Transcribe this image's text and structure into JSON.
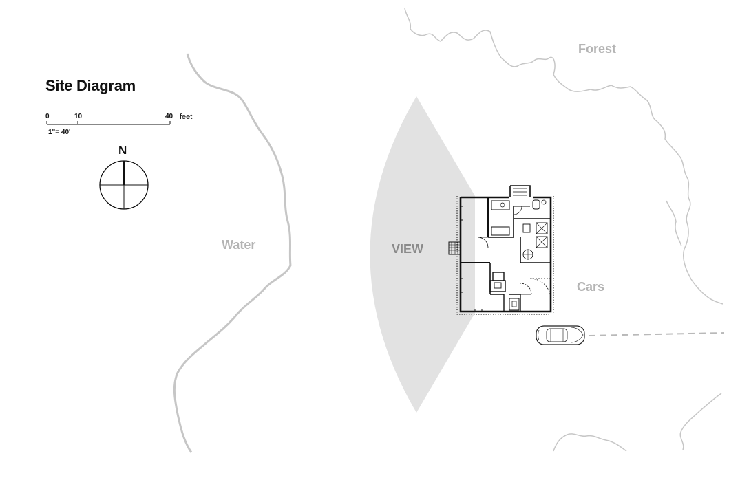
{
  "title": "Site Diagram",
  "scale_bar": {
    "ticks": [
      "0",
      "10",
      "40"
    ],
    "unit": "feet",
    "ratio": "1\"= 40'"
  },
  "compass": {
    "label": "N"
  },
  "labels": {
    "forest": "Forest",
    "water": "Water",
    "view": "VIEW",
    "cars": "Cars"
  },
  "colors": {
    "boundary_line": "#c6c6c6",
    "view_cone": "#e2e2e2",
    "label_gray": "#b4b4b4",
    "ink": "#111111"
  }
}
